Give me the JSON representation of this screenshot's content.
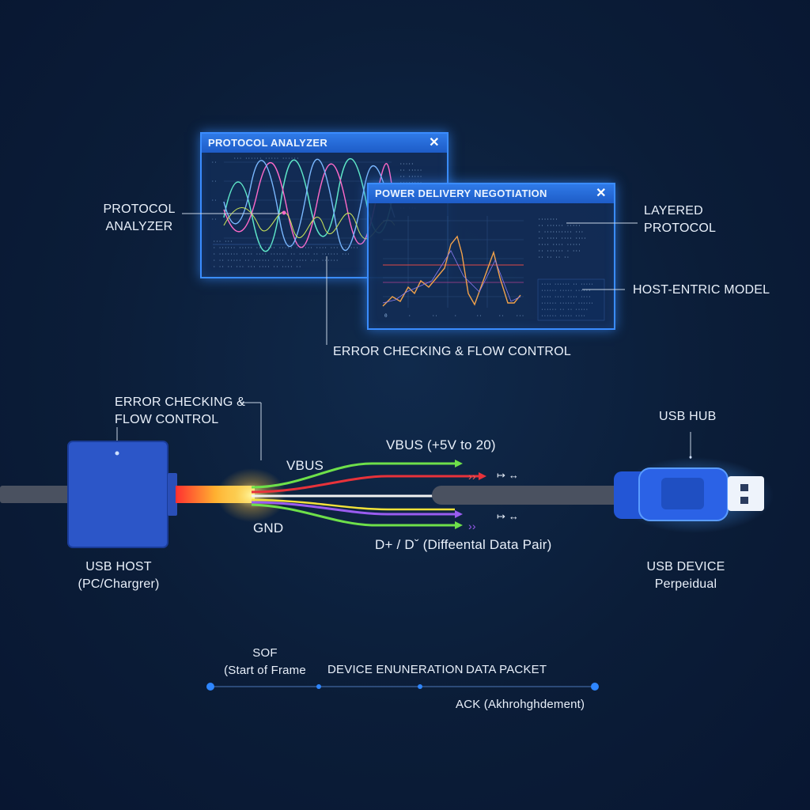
{
  "windows": {
    "protocol_analyzer": {
      "title": "PROTOCOL ANALYZER",
      "close": "✕"
    },
    "power_delivery": {
      "title": "POWER DELIVERY NEGOTIATION",
      "close": "✕"
    }
  },
  "callouts": {
    "protocol_analyzer": [
      "PROTOCOL",
      "ANALYZER"
    ],
    "layered_protocol": [
      "LAYERED",
      "PROTOCOL"
    ],
    "host_centric_model": "HOST-ENTRIC MODEL",
    "error_checking_top": "ERROR CHECKING & FLOW CONTROL",
    "error_checking_left": [
      "ERROR CHECKING &",
      "FLOW CONTROL"
    ],
    "usb_hub": "USB HUB"
  },
  "cable": {
    "vbus_label": "VBUS",
    "vbus_range": "VBUS (+5V to 20)",
    "gnd_label": "GND",
    "data_pair": "D+ / Dˇ (Diffeental Data Pair)",
    "arrows_top": "↦ ↔",
    "arrows_bottom": "↦ ↔",
    "chevrons_top": "››",
    "chevrons_bottom": "››"
  },
  "devices": {
    "host": [
      "USB HOST",
      "(PC/Chargrer)"
    ],
    "device": [
      "USB DEVICE",
      "Perpeidual"
    ]
  },
  "timeline": {
    "sof": [
      "SOF",
      "(Start of Frame"
    ],
    "enumeration": "DEVICE ENUNERATION",
    "data_packet": "DATA PACKET",
    "ack": "ACK (Akhrohghdement)"
  },
  "colors": {
    "background": "#0b1d38",
    "window_border": "#3a8cff",
    "vbus_red": "#e8323a",
    "gnd_yellow": "#f2e23a",
    "data_green": "#6ee04a",
    "data_purple": "#9a5cf0",
    "host_blue": "#2c56c8",
    "timeline_dot": "#2e86ff"
  }
}
